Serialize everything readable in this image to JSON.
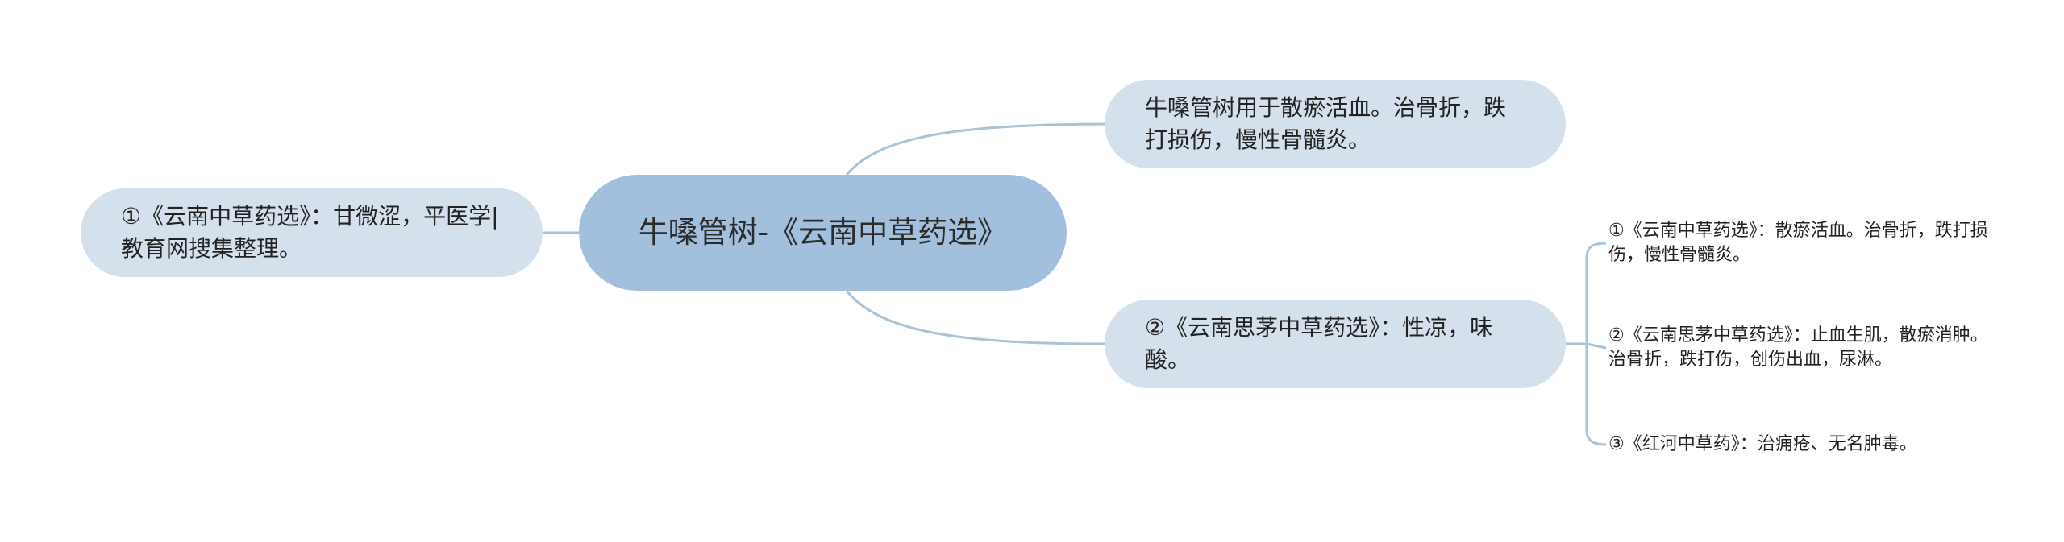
{
  "center": {
    "title": "牛嗓管树-《云南中草药选》"
  },
  "left_branch": {
    "text": "①《云南中草药选》：甘微涩，平医学|教育网搜集整理。"
  },
  "right_branches": [
    {
      "text": "牛嗓管树用于散瘀活血。治骨折，跌打损伤，慢性骨髓炎。"
    },
    {
      "text": "②《云南思茅中草药选》：性凉，味酸。"
    }
  ],
  "leaves": [
    {
      "text": "①《云南中草药选》：散瘀活血。治骨折，跌打损伤，慢性骨髓炎。"
    },
    {
      "text": "②《云南思茅中草药选》：止血生肌，散瘀消肿。治骨折，跌打伤，创伤出血，尿淋。"
    },
    {
      "text": "③《红河中草药》：治痈疮、无名肿毒。"
    }
  ],
  "colors": {
    "center_fill": "#a2c0dd",
    "node_fill": "#d4e0eb",
    "connector": "#a8c3da"
  }
}
